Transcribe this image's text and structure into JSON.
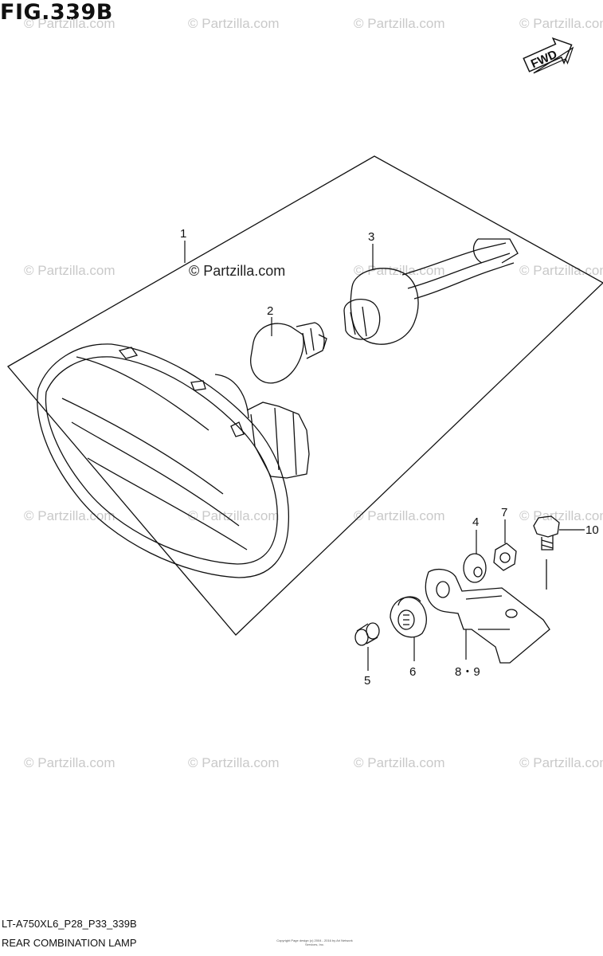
{
  "figure": {
    "title": "FIG.339B",
    "model_code": "LT-A750XL6_P28_P33_339B",
    "part_name": "REAR COMBINATION LAMP",
    "footer_text": "Copyright\nPage design (c) 2004 - 2016 by Ari Network Services, Inc."
  },
  "fwd_label": "FWD",
  "watermark_text": "© Partzilla.com",
  "callouts": [
    {
      "id": "1",
      "label": "1"
    },
    {
      "id": "2",
      "label": "2"
    },
    {
      "id": "3",
      "label": "3"
    },
    {
      "id": "4",
      "label": "4"
    },
    {
      "id": "5",
      "label": "5"
    },
    {
      "id": "6",
      "label": "6"
    },
    {
      "id": "7",
      "label": "7"
    },
    {
      "id": "8-9",
      "label": "8・9"
    },
    {
      "id": "10",
      "label": "10"
    }
  ],
  "colors": {
    "line": "#111111",
    "watermark": "#c9c9c9"
  }
}
